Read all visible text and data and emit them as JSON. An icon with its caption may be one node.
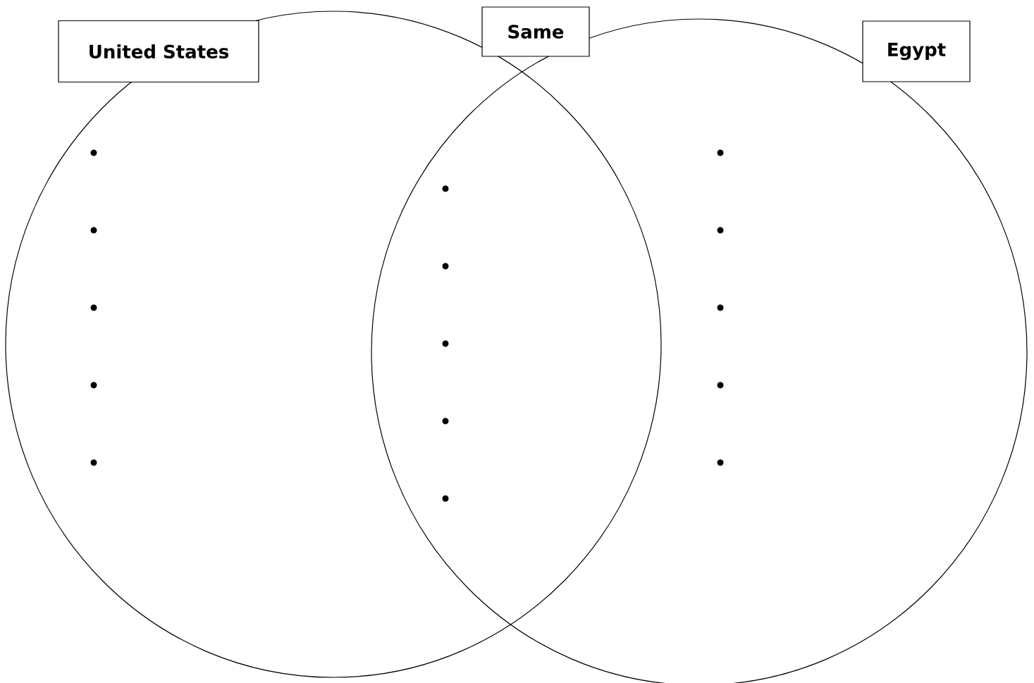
{
  "diagram": {
    "nodes": [
      {
        "text": [],
        "shape": "circle"
      },
      {
        "text": [],
        "shape": "circle"
      },
      {
        "text": [
          "United States"
        ]
      },
      {
        "text": [
          "Same"
        ]
      },
      {
        "text": [
          "Egypt"
        ]
      }
    ]
  }
}
